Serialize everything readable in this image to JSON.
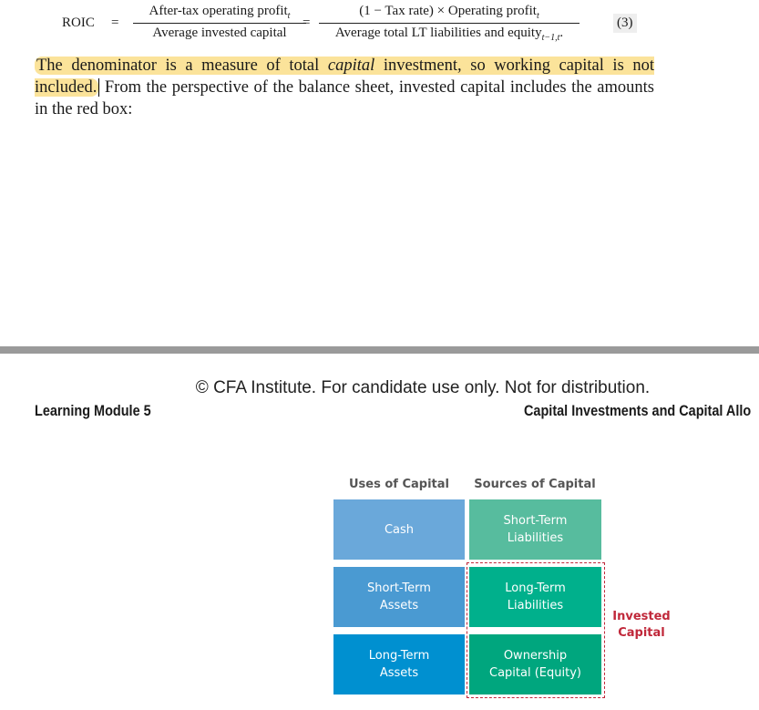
{
  "equation": {
    "lhs": "ROIC",
    "eq": "=",
    "num1": "After-tax operating profit",
    "sub_t": "t",
    "den1": "Average invested capital",
    "num2": "(1 − Tax rate) × Operating profit",
    "den2": "Average total LT liabilities and equity",
    "sub_t1": "t−1,t",
    "period": ".",
    "number": "(3)"
  },
  "paragraph": {
    "highlighted": "The denominator is a measure of total ",
    "italic": "capital",
    "highlighted2": " investment, so working capital is not included.",
    "rest": " From the perspective of the balance sheet, invested capital includes the amounts in the red box:"
  },
  "page2": {
    "copyright": "© CFA Institute. For candidate use only. Not for distribution.",
    "left_header": "Learning Module 5",
    "right_header": "Capital Investments and Capital Allo"
  },
  "diagram": {
    "uses_header": "Uses of Capital",
    "sources_header": "Sources of Capital",
    "uses": [
      "Cash",
      "Short-Term\nAssets",
      "Long-Term\nAssets"
    ],
    "sources": [
      "Short-Term\nLiabilities",
      "Long-Term\nLiabilities",
      "Ownership\nCapital (Equity)"
    ],
    "invested_label": "Invested\nCapital",
    "colors": {
      "uses": [
        "#6aa8da",
        "#4a9ad2",
        "#0090d0"
      ],
      "sources": [
        "#57bc9e",
        "#00b08c",
        "#00a67e"
      ],
      "red": "#c0283a"
    }
  }
}
